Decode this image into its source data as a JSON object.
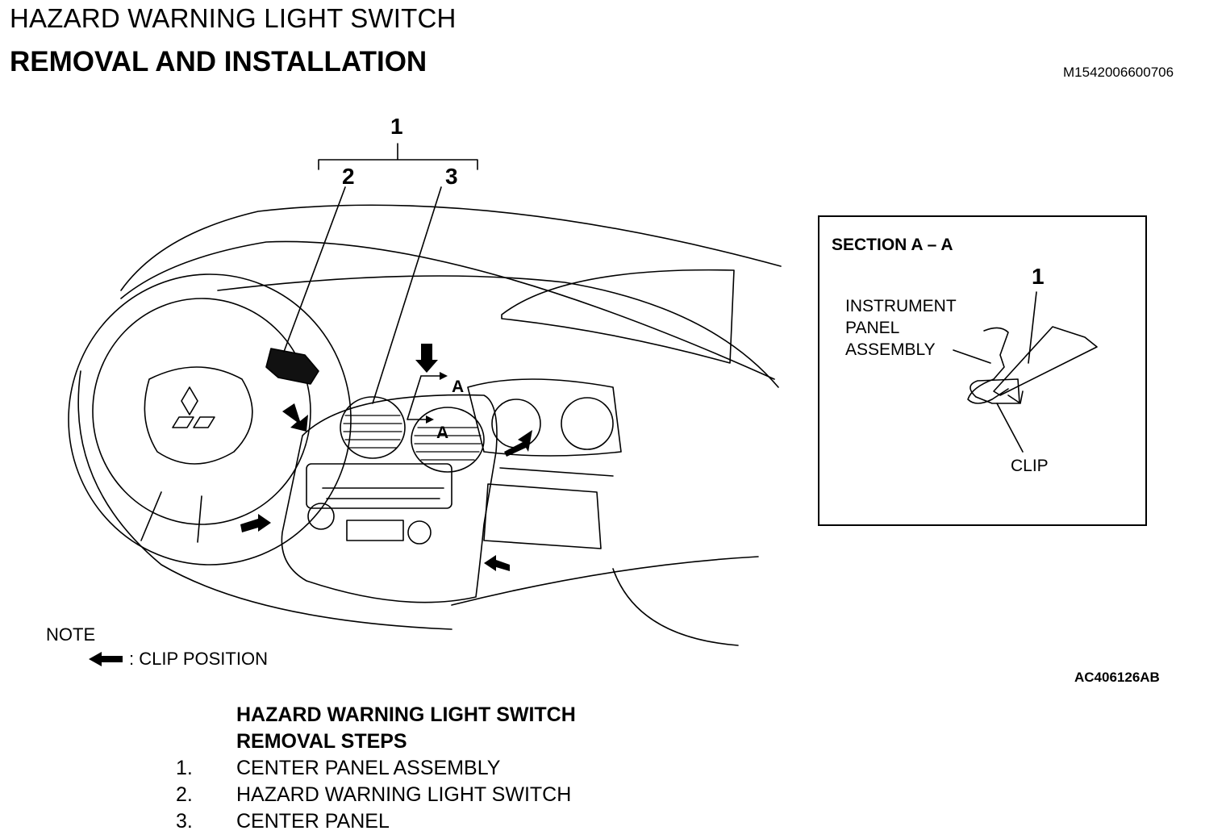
{
  "header": {
    "title": "HAZARD WARNING LIGHT SWITCH",
    "subtitle": "REMOVAL AND INSTALLATION",
    "doc_id": "M1542006600706"
  },
  "figure": {
    "callouts": {
      "c1": "1",
      "c2": "2",
      "c3": "3"
    },
    "section_marker": "A",
    "section_box": {
      "title": "SECTION A – A",
      "callout": "1",
      "instrument_label": [
        "INSTRUMENT",
        "PANEL",
        "ASSEMBLY"
      ],
      "clip_label": "CLIP"
    },
    "figure_id": "AC406126AB"
  },
  "note": {
    "label": "NOTE",
    "clip_position": ": CLIP POSITION"
  },
  "steps": {
    "heading1": "HAZARD WARNING LIGHT SWITCH",
    "heading2": "REMOVAL STEPS",
    "items": [
      {
        "num": "1.",
        "text": "CENTER PANEL ASSEMBLY"
      },
      {
        "num": "2.",
        "text": "HAZARD WARNING LIGHT SWITCH"
      },
      {
        "num": "3.",
        "text": "CENTER PANEL"
      }
    ]
  }
}
